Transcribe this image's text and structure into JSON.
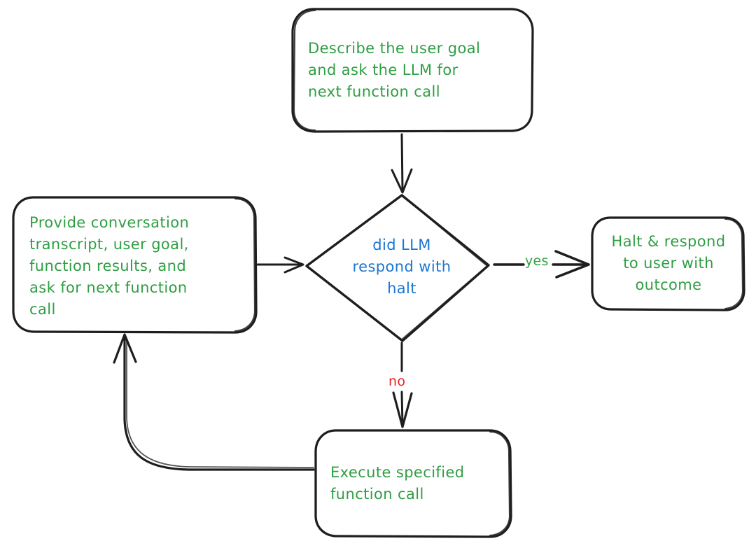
{
  "diagram": {
    "type": "flowchart",
    "title": "LLM function-calling agent loop",
    "style": "hand-drawn excalidraw",
    "colors": {
      "stroke": "#1e1e1e",
      "process_text": "#2f9e43",
      "decision_text": "#1a77d2",
      "no_label": "#ef2020",
      "yes_label": "#2f9e43",
      "background": "#ffffff"
    },
    "nodes": [
      {
        "id": "describe",
        "shape": "rounded-rectangle",
        "text": "Describe the user goal\nand ask the LLM for\nnext function call",
        "text_color": "#2f9e43",
        "align": "left"
      },
      {
        "id": "provide",
        "shape": "rounded-rectangle",
        "text": "Provide conversation\ntranscript, user goal,\nfunction results, and\nask for next function\ncall",
        "text_color": "#2f9e43",
        "align": "left"
      },
      {
        "id": "decision",
        "shape": "diamond",
        "text": "did LLM\nrespond with\nhalt",
        "text_color": "#1a77d2",
        "align": "center"
      },
      {
        "id": "halt",
        "shape": "rounded-rectangle",
        "text": "Halt & respond\nto user with\noutcome",
        "text_color": "#2f9e43",
        "align": "center"
      },
      {
        "id": "execute",
        "shape": "rounded-rectangle",
        "text": "Execute specified\nfunction call",
        "text_color": "#2f9e43",
        "align": "left"
      }
    ],
    "edges": [
      {
        "id": "describe-to-decision",
        "from": "describe",
        "to": "decision",
        "label": ""
      },
      {
        "id": "provide-to-decision",
        "from": "provide",
        "to": "decision",
        "label": ""
      },
      {
        "id": "decision-to-halt",
        "from": "decision",
        "to": "halt",
        "label": "yes",
        "label_color": "#2f9e43"
      },
      {
        "id": "decision-to-execute",
        "from": "decision",
        "to": "execute",
        "label": "no",
        "label_color": "#ef2020"
      },
      {
        "id": "execute-to-provide",
        "from": "execute",
        "to": "provide",
        "label": ""
      }
    ]
  }
}
